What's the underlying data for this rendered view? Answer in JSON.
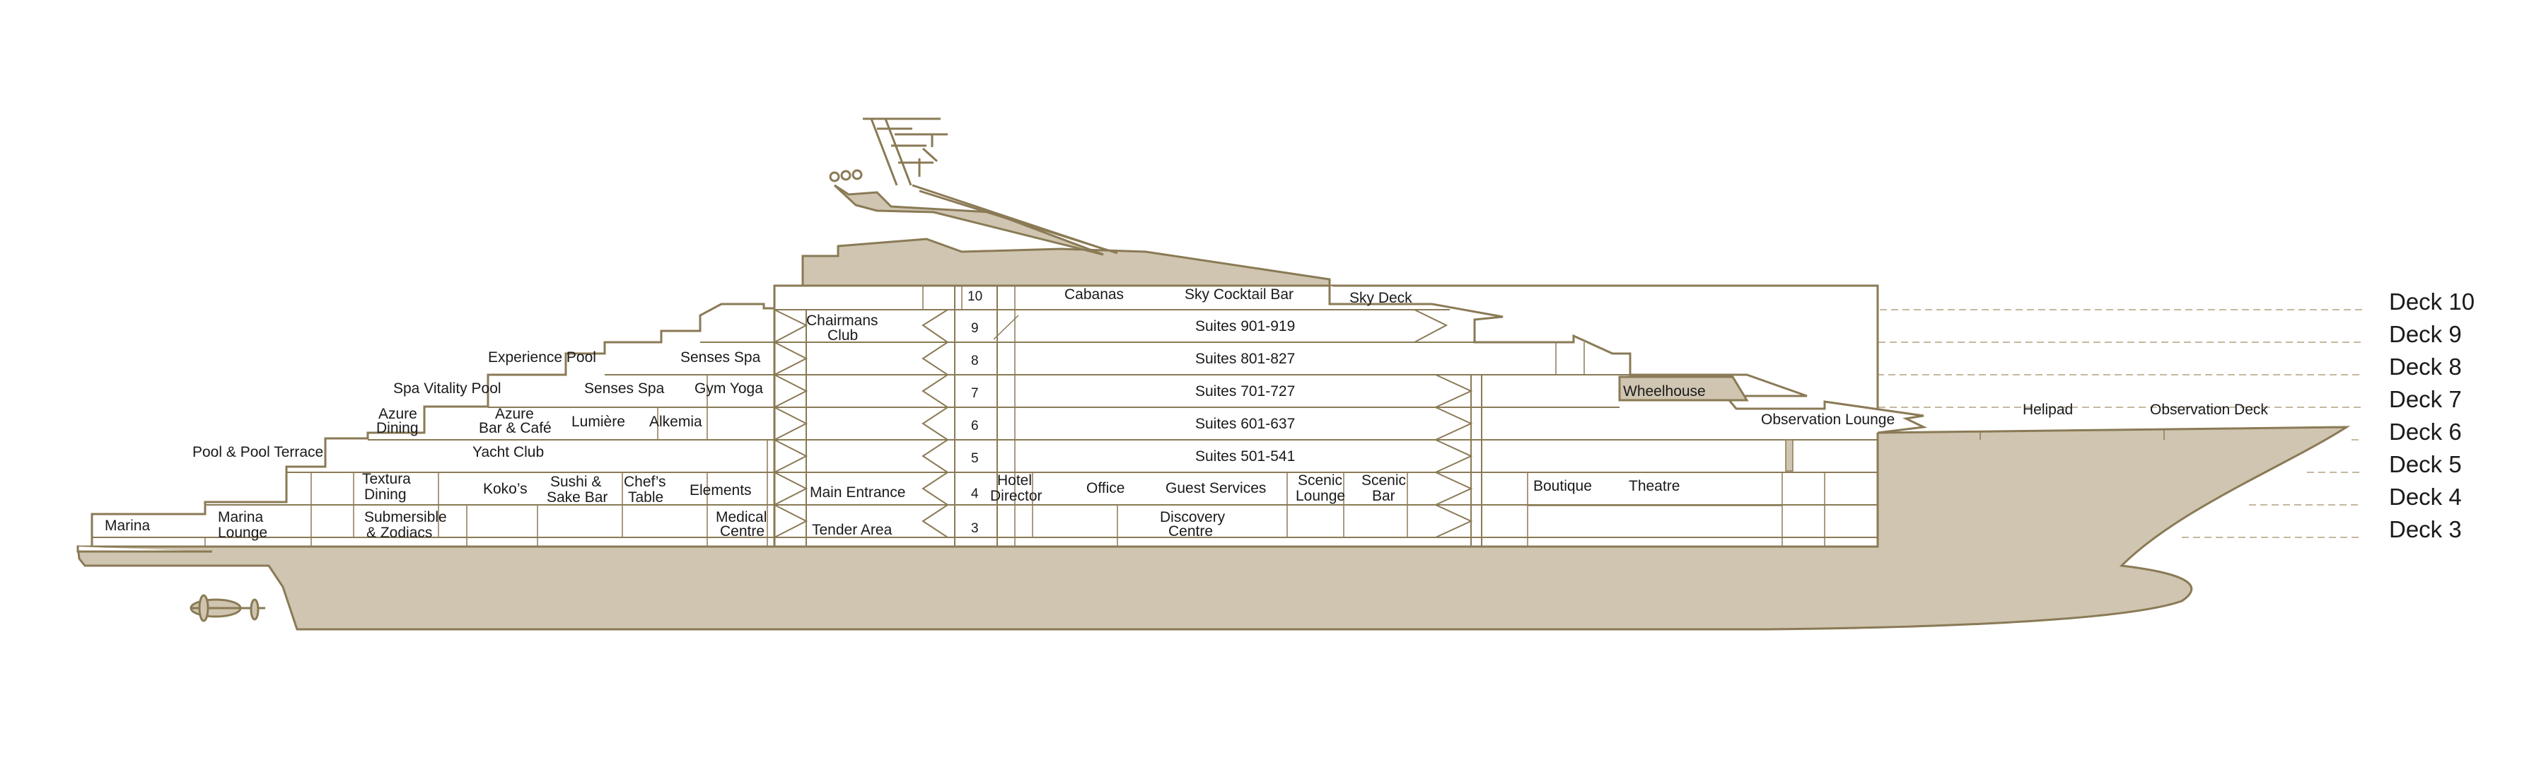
{
  "colors": {
    "outline": "#8a7a55",
    "hull_fill": "#cfc5b1",
    "white": "#ffffff",
    "dash": "#c4b99e",
    "text": "#1a1a1a"
  },
  "deck_labels": [
    "Deck 10",
    "Deck 9",
    "Deck 8",
    "Deck 7",
    "Deck 6",
    "Deck 5",
    "Deck 4",
    "Deck 3"
  ],
  "deck_numbers": [
    "10",
    "9",
    "8",
    "7",
    "6",
    "5",
    "4",
    "3"
  ],
  "areas": {
    "marina": "Marina",
    "marina_lounge_1": "Marina",
    "marina_lounge_2": "Lounge",
    "submersible_1": "Submersible",
    "submersible_2": "& Zodiacs",
    "pool_terrace": "Pool & Pool Terrace",
    "textura_1": "Textura",
    "textura_2": "Dining",
    "kokos": "Koko’s",
    "sushi_1": "Sushi &",
    "sushi_2": "Sake Bar",
    "chefs_1": "Chef’s",
    "chefs_2": "Table",
    "elements": "Elements",
    "medical_1": "Medical",
    "medical_2": "Centre",
    "yacht_club": "Yacht Club",
    "azure_dining_1": "Azure",
    "azure_dining_2": "Dining",
    "azure_bar_1": "Azure",
    "azure_bar_2": "Bar & Café",
    "lumiere": "Lumière",
    "alkemia": "Alkemia",
    "spa_vitality": "Spa Vitality Pool",
    "senses_spa_lower": "Senses Spa",
    "gym_yoga": "Gym Yoga",
    "experience_pool": "Experience Pool",
    "senses_spa_upper": "Senses Spa",
    "chairmans_1": "Chairmans",
    "chairmans_2": "Club",
    "main_entrance": "Main Entrance",
    "tender_area": "Tender Area",
    "cabanas": "Cabanas",
    "sky_cocktail": "Sky Cocktail Bar",
    "sky_deck": "Sky Deck",
    "suites_9": "Suites 901-919",
    "suites_8": "Suites 801-827",
    "suites_7": "Suites 701-727",
    "suites_6": "Suites 601-637",
    "suites_5": "Suites 501-541",
    "hotel_director_1": "Hotel",
    "hotel_director_2": "Director",
    "office": "Office",
    "guest_services": "Guest Services",
    "scenic_lounge_1": "Scenic",
    "scenic_lounge_2": "Lounge",
    "scenic_bar_1": "Scenic",
    "scenic_bar_2": "Bar",
    "discovery_1": "Discovery",
    "discovery_2": "Centre",
    "boutique": "Boutique",
    "theatre": "Theatre",
    "wheelhouse": "Wheelhouse",
    "observation_lounge": "Observation Lounge",
    "helipad": "Helipad",
    "observation_deck": "Observation Deck"
  }
}
